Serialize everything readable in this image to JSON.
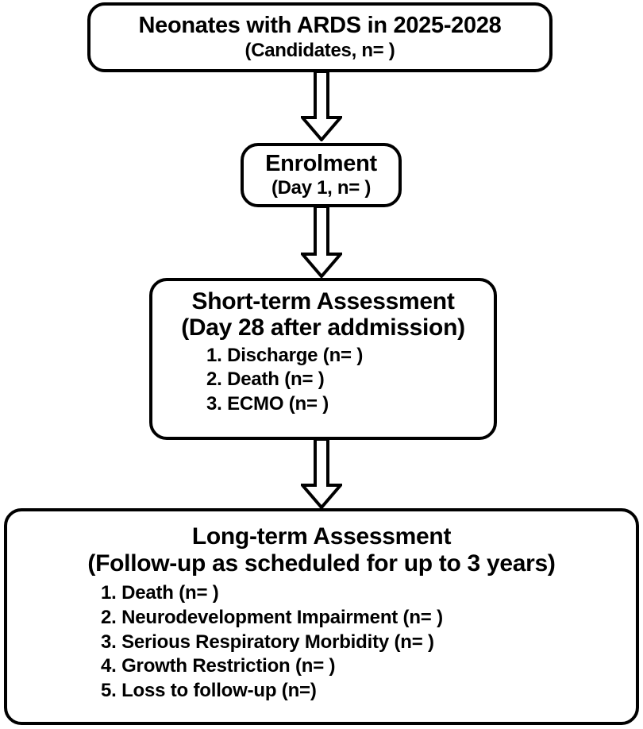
{
  "diagram": {
    "title": "Neonatal ARDS study flow diagram",
    "stroke_color": "#000000",
    "fill_color": "#ffffff",
    "background": "#ffffff"
  },
  "boxes": {
    "candidates": {
      "title": "Neonates with ARDS in  2025-2028",
      "subtitle": "(Candidates, n= )"
    },
    "enrolment": {
      "title": "Enrolment",
      "subtitle": "(Day 1, n= )"
    },
    "short_term": {
      "title": "Short-term Assessment",
      "subtitle": "(Day 28 after addmission)",
      "outcomes": [
        "1. Discharge (n= )",
        "2. Death (n= )",
        "3. ECMO (n= )"
      ]
    },
    "long_term": {
      "title": "Long-term Assessment",
      "subtitle": "(Follow-up as scheduled for up to 3 years)",
      "outcomes": [
        "1. Death (n= )",
        "2. Neurodevelopment Impairment (n= )",
        "3. Serious Respiratory Morbidity (n= )",
        "4. Growth Restriction (n= )",
        "5. Loss to follow-up (n=)"
      ]
    }
  },
  "arrows": [
    {
      "name": "candidates-to-enrolment",
      "direction": "down"
    },
    {
      "name": "enrolment-to-short-term",
      "direction": "down"
    },
    {
      "name": "short-term-to-long-term",
      "direction": "down"
    }
  ]
}
